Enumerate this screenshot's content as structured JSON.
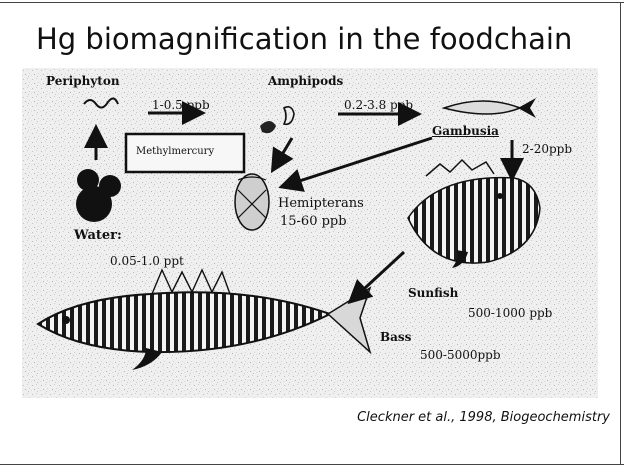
{
  "title": "Hg biomagnification in the foodchain",
  "labels": {
    "periphyton": "Periphyton",
    "amphipods": "Amphipods",
    "periphyton_conc": "1-0.5 ppb",
    "amphipods_conc": "0.2-3.8 ppb",
    "methylmercury": "Methylmercury",
    "gambusia": "Gambusia",
    "gambusia_conc": "2-20ppb",
    "water": "Water:",
    "water_conc": "0.05-1.0 ppt",
    "hemipterans": "Hemipterans",
    "hemipterans_conc": "15-60 ppb",
    "sunfish": "Sunfish",
    "sunfish_conc": "500-1000 ppb",
    "bass": "Bass",
    "bass_conc": "500-5000ppb"
  },
  "citation": "Cleckner et al., 1998, Biogeochemistry"
}
